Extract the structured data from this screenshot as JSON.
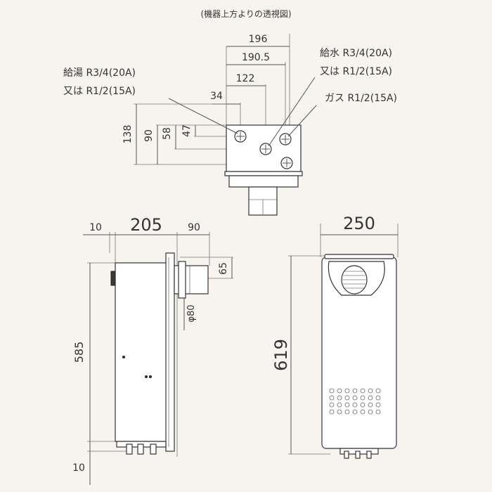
{
  "top_view": {
    "caption": "(機器上方よりの透視図)",
    "dims": {
      "w196": "196",
      "w190_5": "190.5",
      "w122": "122",
      "w34": "34",
      "h138": "138",
      "h90": "90",
      "h58": "58",
      "h47": "47"
    },
    "labels": {
      "hot_line1": "給湯 R3/4(20A)",
      "hot_line2": "又は R1/2(15A)",
      "water_line1": "給水 R3/4(20A)",
      "water_line2": "又は R1/2(15A)",
      "gas": "ガス R1/2(15A)"
    }
  },
  "side_view": {
    "dims": {
      "d10_top": "10",
      "d205": "205",
      "d90": "90",
      "d65": "65",
      "phi80": "φ80",
      "d585": "585",
      "d10_bottom": "10"
    }
  },
  "front_view": {
    "dims": {
      "w250": "250",
      "h619": "619"
    }
  },
  "colors": {
    "background": "#f7f3ee",
    "line": "#555555",
    "text": "#333333"
  }
}
